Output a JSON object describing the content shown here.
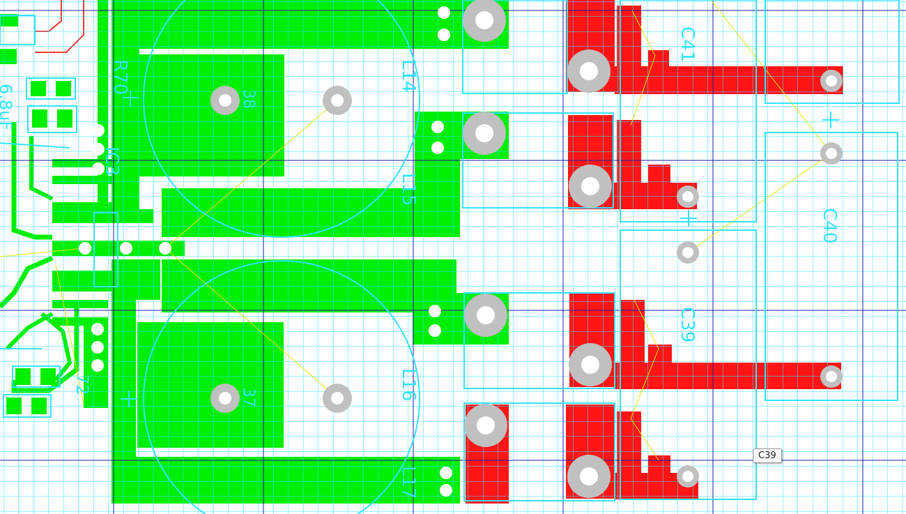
{
  "colors": {
    "background": "#ffffff",
    "grid_fine": "#33e3ff",
    "grid_major": "#1a1aa8",
    "top_copper": "#00ee00",
    "bottom_copper": "#ff1515",
    "silkscreen": "#33e3ff",
    "pad_hole": "#c0c0c0",
    "ratsnest": "#e8e800",
    "trace_outline": "#ff3333"
  },
  "icons": [
    "via-icon",
    "through-hole-pad-icon",
    "plus-polarity-icon"
  ],
  "labels": {
    "r70": "R70",
    "ic3": "IC3",
    "l14": "L14",
    "l15": "L15",
    "l16": "L16",
    "l17": "L17",
    "c41": "C41",
    "c40": "C40",
    "c39": "C39",
    "c38": "38",
    "c37": "37",
    "val_left": "6.8uF",
    "num_left": "72"
  },
  "tooltip": {
    "text": "C39"
  }
}
